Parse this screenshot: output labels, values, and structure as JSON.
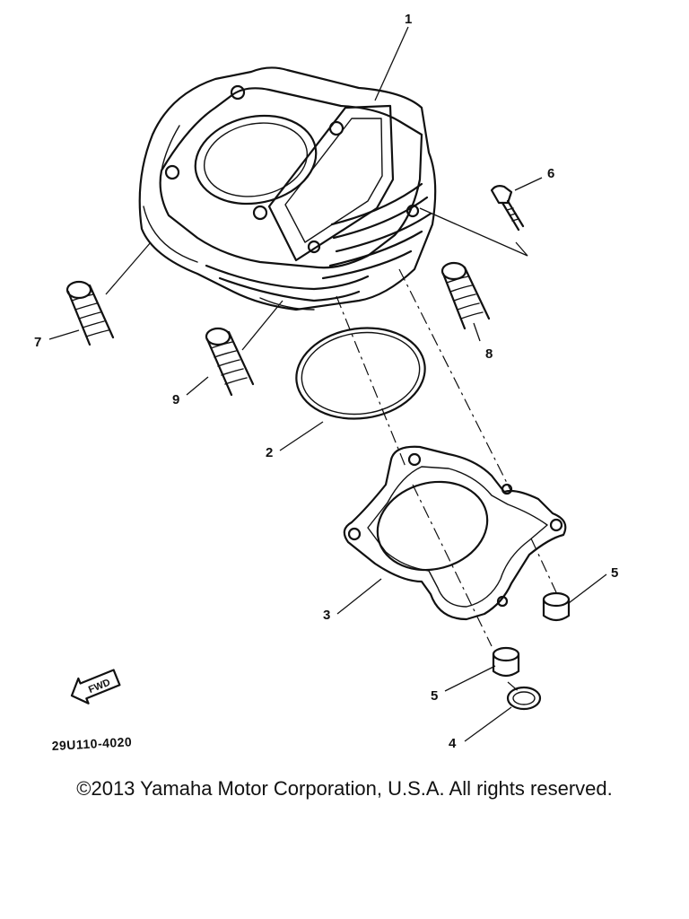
{
  "callouts": {
    "c1": "1",
    "c2": "2",
    "c3": "3",
    "c4": "4",
    "c5a": "5",
    "c5b": "5",
    "c6": "6",
    "c7": "7",
    "c8": "8",
    "c9": "9"
  },
  "fwd_label": "FWD",
  "diagram_code": "29U110-4020",
  "copyright": "©2013 Yamaha Motor Corporation, U.S.A. All rights reserved."
}
